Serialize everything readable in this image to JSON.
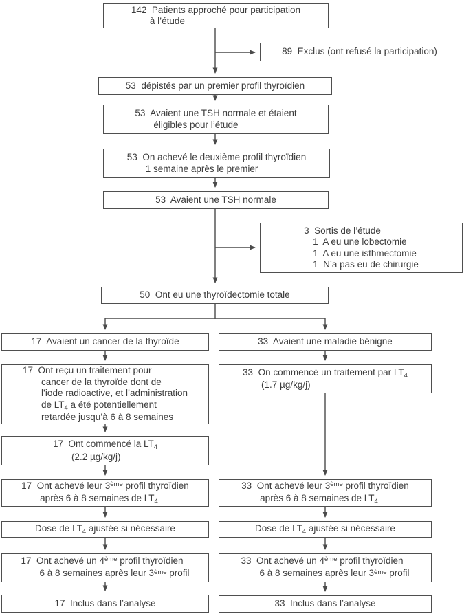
{
  "diagram": {
    "colors": {
      "line": "#4a4a4a",
      "border": "#4f4f4f",
      "text": "#3d3d3d",
      "background": "#ffffff"
    },
    "boxes": [
      {
        "id": "patients-approached",
        "lines": [
          {
            "ind": 0,
            "seg": [
              {
                "t": "142  Patients approché pour participation"
              }
            ]
          },
          {
            "ind": 1,
            "seg": [
              {
                "t": "à l’étude"
              }
            ]
          }
        ]
      },
      {
        "id": "excluded",
        "lines": [
          {
            "ind": 0,
            "seg": [
              {
                "t": "89  Exclus (ont refusé la participation)"
              }
            ]
          }
        ]
      },
      {
        "id": "screened-first-profile",
        "lines": [
          {
            "ind": 0,
            "seg": [
              {
                "t": "53  dépistés par un premier profil thyroïdien"
              }
            ]
          }
        ]
      },
      {
        "id": "tsh-normal-eligible",
        "lines": [
          {
            "ind": 0,
            "seg": [
              {
                "t": "53  Avaient une TSH normale et étaient"
              }
            ]
          },
          {
            "ind": 1,
            "seg": [
              {
                "t": "éligibles pour l’étude"
              }
            ]
          }
        ]
      },
      {
        "id": "second-profile",
        "lines": [
          {
            "ind": 0,
            "seg": [
              {
                "t": "53  On achevé le deuxième profil thyroïdien"
              }
            ]
          },
          {
            "ind": 1,
            "seg": [
              {
                "t": "1 semaine après le premier"
              }
            ]
          }
        ]
      },
      {
        "id": "tsh-normal",
        "lines": [
          {
            "ind": 0,
            "seg": [
              {
                "t": "53  Avaient une TSH normale"
              }
            ]
          }
        ]
      },
      {
        "id": "study-withdrawals",
        "lines": [
          {
            "ind": 0,
            "seg": [
              {
                "t": "3  Sortis de l’étude"
              }
            ]
          },
          {
            "ind": 2,
            "seg": [
              {
                "t": "1  A eu une lobectomie"
              }
            ]
          },
          {
            "ind": 2,
            "seg": [
              {
                "t": "1  A eu une isthmectomie"
              }
            ]
          },
          {
            "ind": 2,
            "seg": [
              {
                "t": "1  N’a pas eu de chirurgie"
              }
            ]
          }
        ]
      },
      {
        "id": "total-thyroidectomy",
        "lines": [
          {
            "ind": 0,
            "seg": [
              {
                "t": "50  Ont eu une thyroïdectomie totale"
              }
            ]
          }
        ]
      },
      {
        "id": "thyroid-cancer",
        "lines": [
          {
            "ind": 0,
            "seg": [
              {
                "t": "17  Avaient un cancer de la thyroïde"
              }
            ]
          }
        ]
      },
      {
        "id": "cancer-treatment",
        "lines": [
          {
            "ind": 0,
            "seg": [
              {
                "t": "17  Ont reçu un traitement pour"
              }
            ]
          },
          {
            "ind": 1,
            "seg": [
              {
                "t": "cancer de la thyroïde dont de"
              }
            ]
          },
          {
            "ind": 1,
            "seg": [
              {
                "t": "l’iode radioactive, et l’administration"
              }
            ]
          },
          {
            "ind": 1,
            "seg": [
              {
                "t": "de LT"
              },
              {
                "t": "4",
                "v": "sub"
              },
              {
                "t": " a été potentiellement"
              }
            ]
          },
          {
            "ind": 1,
            "seg": [
              {
                "t": "retardée jusqu’à 6 à 8 semaines"
              }
            ]
          }
        ]
      },
      {
        "id": "lt4-start-cancer",
        "lines": [
          {
            "ind": 0,
            "seg": [
              {
                "t": "17  Ont commencé la LT"
              },
              {
                "t": "4",
                "v": "sub"
              }
            ]
          },
          {
            "ind": 1,
            "seg": [
              {
                "t": "(2.2 µg/kg/j)"
              }
            ]
          }
        ]
      },
      {
        "id": "third-profile-cancer",
        "lines": [
          {
            "ind": 0,
            "seg": [
              {
                "t": "17  Ont achevé leur 3"
              },
              {
                "t": "ème",
                "v": "sup"
              },
              {
                "t": " profil thyroïdien"
              }
            ]
          },
          {
            "ind": 1,
            "seg": [
              {
                "t": "après 6 à 8 semaines de LT"
              },
              {
                "t": "4",
                "v": "sub"
              }
            ]
          }
        ]
      },
      {
        "id": "dose-adjust-cancer",
        "lines": [
          {
            "ind": 0,
            "seg": [
              {
                "t": "Dose de LT"
              },
              {
                "t": "4",
                "v": "sub"
              },
              {
                "t": " ajustée si nécessaire"
              }
            ]
          }
        ]
      },
      {
        "id": "fourth-profile-cancer",
        "lines": [
          {
            "ind": 0,
            "seg": [
              {
                "t": "17  Ont achevé un 4"
              },
              {
                "t": "ème",
                "v": "sup"
              },
              {
                "t": " profil thyroïdien"
              }
            ]
          },
          {
            "ind": 1,
            "seg": [
              {
                "t": "6 à 8 semaines après leur 3"
              },
              {
                "t": "ème",
                "v": "sup"
              },
              {
                "t": " profil"
              }
            ]
          }
        ]
      },
      {
        "id": "analysis-cancer",
        "lines": [
          {
            "ind": 0,
            "seg": [
              {
                "t": "17  Inclus dans l’analyse"
              }
            ]
          }
        ]
      },
      {
        "id": "benign-disease",
        "lines": [
          {
            "ind": 0,
            "seg": [
              {
                "t": "33  Avaient une maladie bénigne"
              }
            ]
          }
        ]
      },
      {
        "id": "lt4-start-benign",
        "lines": [
          {
            "ind": 0,
            "seg": [
              {
                "t": "33  On commencé un traitement par LT"
              },
              {
                "t": "4",
                "v": "sub"
              }
            ]
          },
          {
            "ind": 1,
            "seg": [
              {
                "t": "(1.7 µg/kg/j)"
              }
            ]
          }
        ]
      },
      {
        "id": "third-profile-benign",
        "lines": [
          {
            "ind": 0,
            "seg": [
              {
                "t": "33  Ont achevé leur 3"
              },
              {
                "t": "ème",
                "v": "sup"
              },
              {
                "t": " profil thyroïdien"
              }
            ]
          },
          {
            "ind": 1,
            "seg": [
              {
                "t": "après 6 à 8 semaines de LT"
              },
              {
                "t": "4",
                "v": "sub"
              }
            ]
          }
        ]
      },
      {
        "id": "dose-adjust-benign",
        "lines": [
          {
            "ind": 0,
            "seg": [
              {
                "t": "Dose de LT"
              },
              {
                "t": "4",
                "v": "sub"
              },
              {
                "t": " ajustée si nécessaire"
              }
            ]
          }
        ]
      },
      {
        "id": "fourth-profile-benign",
        "lines": [
          {
            "ind": 0,
            "seg": [
              {
                "t": "33  Ont achevé un 4"
              },
              {
                "t": "ème",
                "v": "sup"
              },
              {
                "t": " profil thyroïdien"
              }
            ]
          },
          {
            "ind": 1,
            "seg": [
              {
                "t": "6 à 8 semaines après leur 3"
              },
              {
                "t": "ème",
                "v": "sup"
              },
              {
                "t": " profil"
              }
            ]
          }
        ]
      },
      {
        "id": "analysis-benign",
        "lines": [
          {
            "ind": 0,
            "seg": [
              {
                "t": "33  Inclus dans l’analyse"
              }
            ]
          }
        ]
      }
    ]
  }
}
